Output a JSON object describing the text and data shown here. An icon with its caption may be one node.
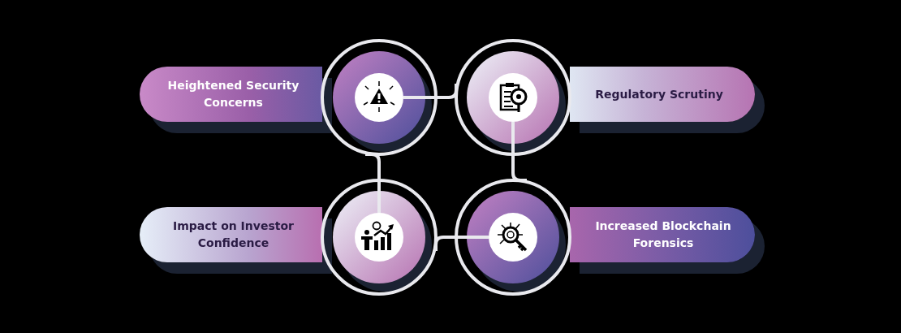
{
  "diagram": {
    "nodes": [
      {
        "text": [
          "Heightened Security Concerns"
        ]
      },
      {
        "text": [],
        "shape": "circle"
      },
      {
        "text": [],
        "shape": "circle"
      },
      {
        "text": [
          "Regulatory Scrutiny"
        ]
      },
      {
        "text": [
          "Impact on Investor Confidence"
        ]
      },
      {
        "text": [],
        "shape": "circle"
      },
      {
        "text": [],
        "shape": "circle"
      },
      {
        "text": [
          "Increased Blockchain Forensics"
        ]
      }
    ],
    "edges": [
      {
        "from": 1,
        "to": 2,
        "arrow": "none"
      },
      {
        "from": 2,
        "to": 6,
        "arrow": "none"
      },
      {
        "from": 6,
        "to": 5,
        "arrow": "none"
      },
      {
        "from": 5,
        "to": 1,
        "arrow": "none"
      }
    ]
  }
}
